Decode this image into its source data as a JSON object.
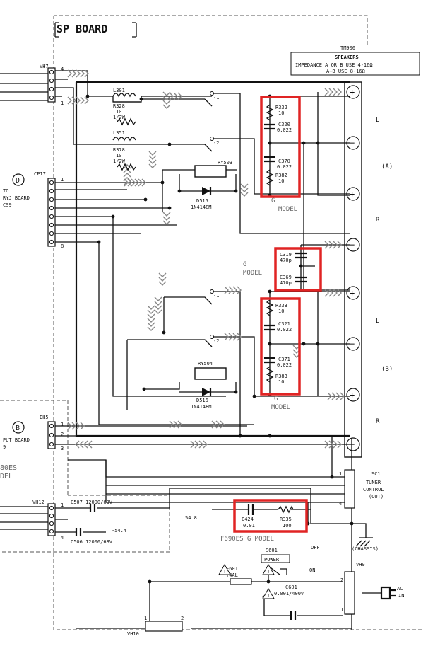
{
  "board_title": "SP BOARD",
  "terminal_ref": "TM900",
  "speakers": {
    "title": "SPEAKERS",
    "line1": "IMPEDANCE A OR B USE 4-16Ω",
    "line2": "A+B USE 8-16Ω",
    "group_a": "(A)",
    "group_b": "(B)",
    "l": "L",
    "r": "R",
    "plus": "+",
    "minus": "−"
  },
  "connectors": {
    "vh7": "VH7",
    "vh7_pin_top": "4",
    "vh7_pin_bottom": "1",
    "cp17": "CP17",
    "cp17_badge": "D",
    "cp17_to": "TO",
    "cp17_board": "RYJ BOARD",
    "cp17_ref": "CS9",
    "cp17_pin_top": "1",
    "cp17_pin_bottom": "8",
    "eh5": "EH5",
    "eh5_badge": "B",
    "eh5_board": "PUT BOARD",
    "eh5_ref": "9",
    "eh5_pin1": "1",
    "eh5_pin2": "2",
    "eh5_pin3": "3",
    "vh12": "VH12",
    "vh12_pin1": "1",
    "vh12_pin4": "4",
    "vh9": "VH9",
    "vh9_pin2": "2",
    "vh9_pin1": "1",
    "vh10": "VH10",
    "vh10_pin1": "1",
    "vh10_pin2": "2",
    "sc1": "SC1",
    "sc1_line1": "TUNER",
    "sc1_line2": "CONTROL",
    "sc1_line3": "(OUT)",
    "sc1_pin1": "1",
    "sc1_pin4": "4"
  },
  "partial_labels": {
    "oes": "80ES",
    "odel": "DEL",
    "f690": "F690ES G MODEL"
  },
  "components": {
    "l301": "L301",
    "r328": [
      "R328",
      "10",
      "1/2W"
    ],
    "l351": "L351",
    "r378": [
      "R378",
      "10",
      "1/2W"
    ],
    "ry503": "RY503",
    "d515": [
      "D515",
      "1N4148M"
    ],
    "ry504": "RY504",
    "d516": [
      "D516",
      "1N4148M"
    ],
    "r332": [
      "R332",
      "10"
    ],
    "c320": [
      "C320",
      "0.022"
    ],
    "c370": [
      "C370",
      "0.022"
    ],
    "r382": [
      "R382",
      "10"
    ],
    "c319": [
      "C319",
      "470p"
    ],
    "c369": [
      "C369",
      "470p"
    ],
    "r333": [
      "R333",
      "10"
    ],
    "c321": [
      "C321",
      "0.022"
    ],
    "c371": [
      "C371",
      "0.022"
    ],
    "r383": [
      "R383",
      "10"
    ],
    "c507": "C507 12000/63V",
    "c506": "C506 12000/63V",
    "c424": [
      "C424",
      "0.01"
    ],
    "r335": [
      "R335",
      "100"
    ],
    "v_neg": "-54.4",
    "v_pos": "54.8",
    "s601": "S601",
    "power": "POWER",
    "off": "OFF",
    "on": "ON",
    "f601": [
      "F601",
      "T4AL"
    ],
    "c601": [
      "C601",
      "0.001/400V"
    ],
    "ac_in": [
      "AC",
      "IN"
    ],
    "chassis": "(CHASSIS)",
    "g_model": [
      "G",
      "MODEL"
    ],
    "g_model_inline": "G MODEL",
    "sw1": "-1",
    "sw2": "-2"
  }
}
